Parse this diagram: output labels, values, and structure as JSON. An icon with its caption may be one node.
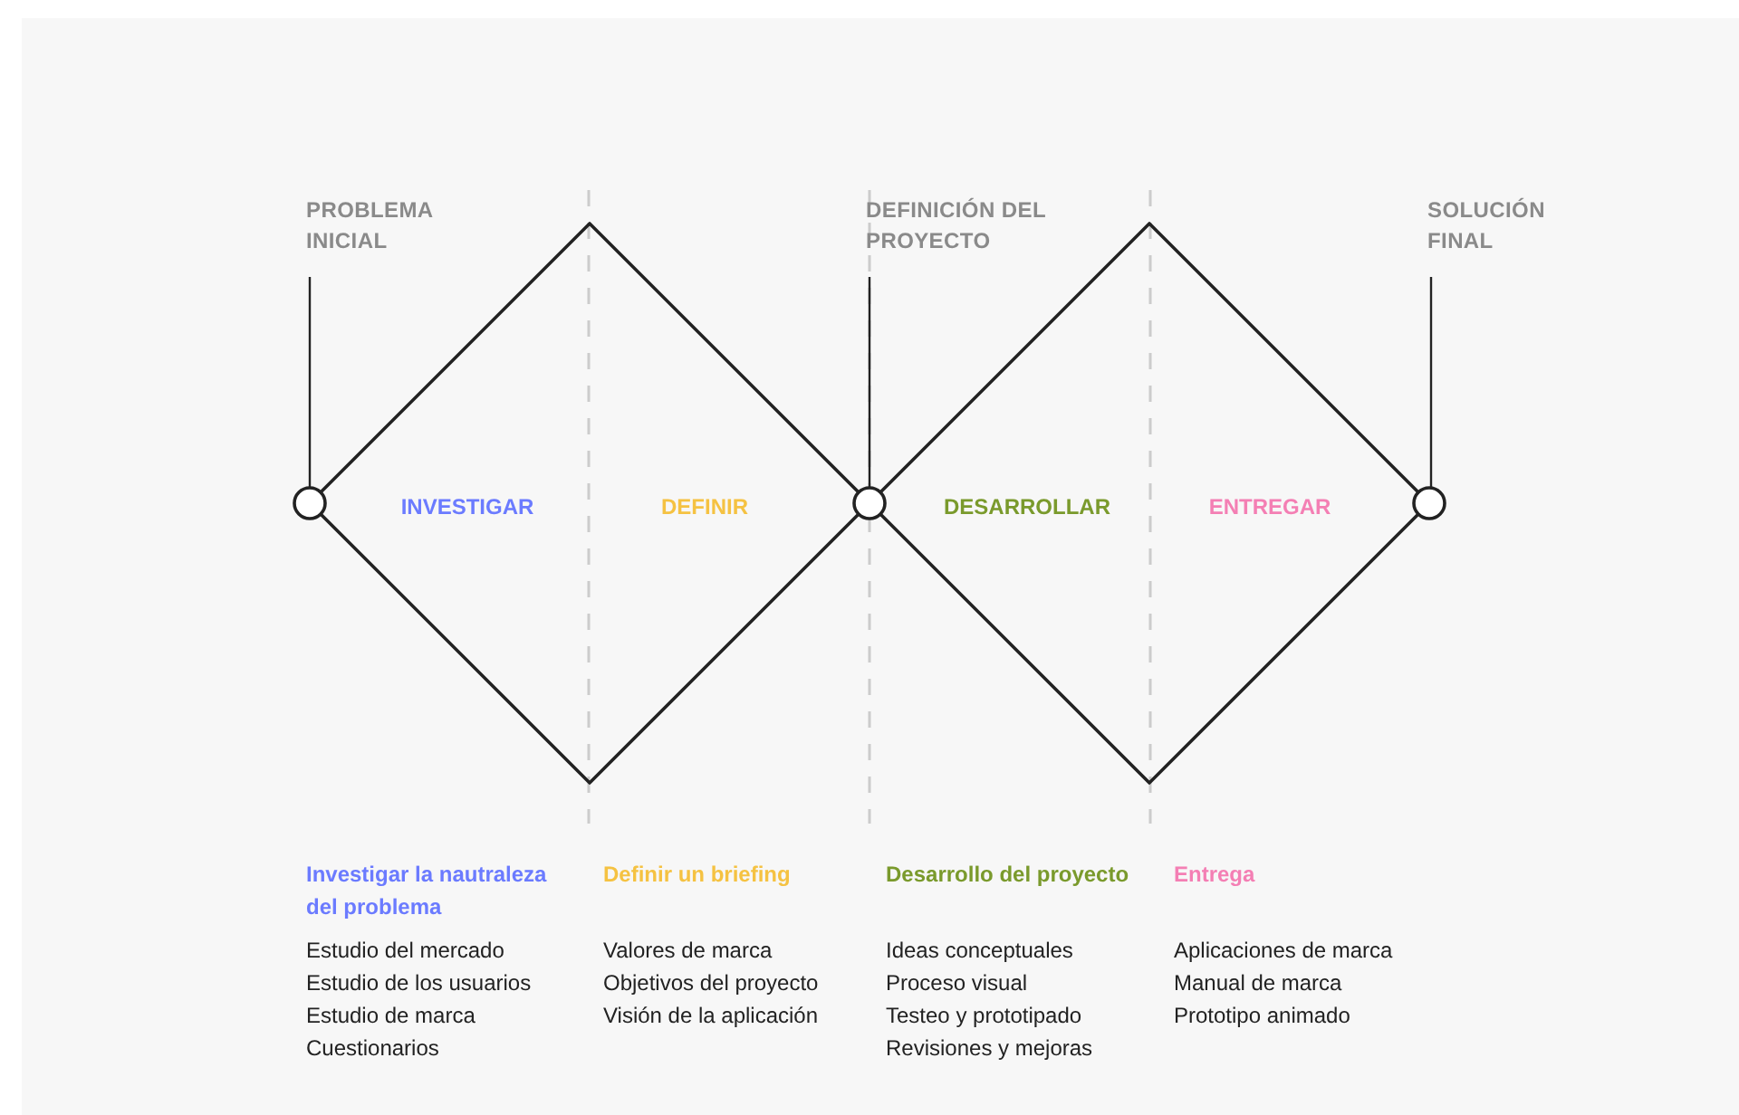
{
  "diagram": {
    "nodes": [
      {
        "text": [
          "PROBLEMA INICIAL"
        ]
      },
      {
        "text": [],
        "shape": "circle"
      },
      {
        "text": [
          "DEFINICIÓN DEL PROYECTO"
        ]
      },
      {
        "text": [],
        "shape": "circle"
      },
      {
        "text": [
          "SOLUCIÓN FINAL"
        ]
      },
      {
        "text": [],
        "shape": "circle"
      }
    ],
    "edges": [
      {
        "from": 0,
        "to": 1,
        "arrow": "none"
      },
      {
        "from": 2,
        "to": 3,
        "arrow": "none"
      },
      {
        "from": 4,
        "to": 5,
        "arrow": "none"
      },
      {
        "from": 1,
        "to": 3,
        "arrow": "none"
      },
      {
        "from": 1,
        "to": 3,
        "arrow": "none"
      },
      {
        "from": 3,
        "to": 5,
        "arrow": "none"
      },
      {
        "from": 3,
        "to": 5,
        "arrow": "none"
      }
    ],
    "labels": [
      "INVESTIGAR",
      "DEFINIR",
      "DESARROLLAR",
      "ENTREGAR",
      "Investigar la nautraleza del problema",
      "Estudio del mercado",
      "Estudio de los usuarios",
      "Estudio de marca",
      "Cuestionarios",
      "Definir un briefing",
      "Valores de marca",
      "Objetivos del proyecto",
      "Visión de la aplicación",
      "Desarrollo del proyecto",
      "Ideas conceptuales",
      "Proceso visual",
      "Testeo y prototipado",
      "Revisiones y mejoras",
      "Entrega",
      "Aplicaciones de marca",
      "Manual de marca",
      "Prototipo animado"
    ]
  }
}
